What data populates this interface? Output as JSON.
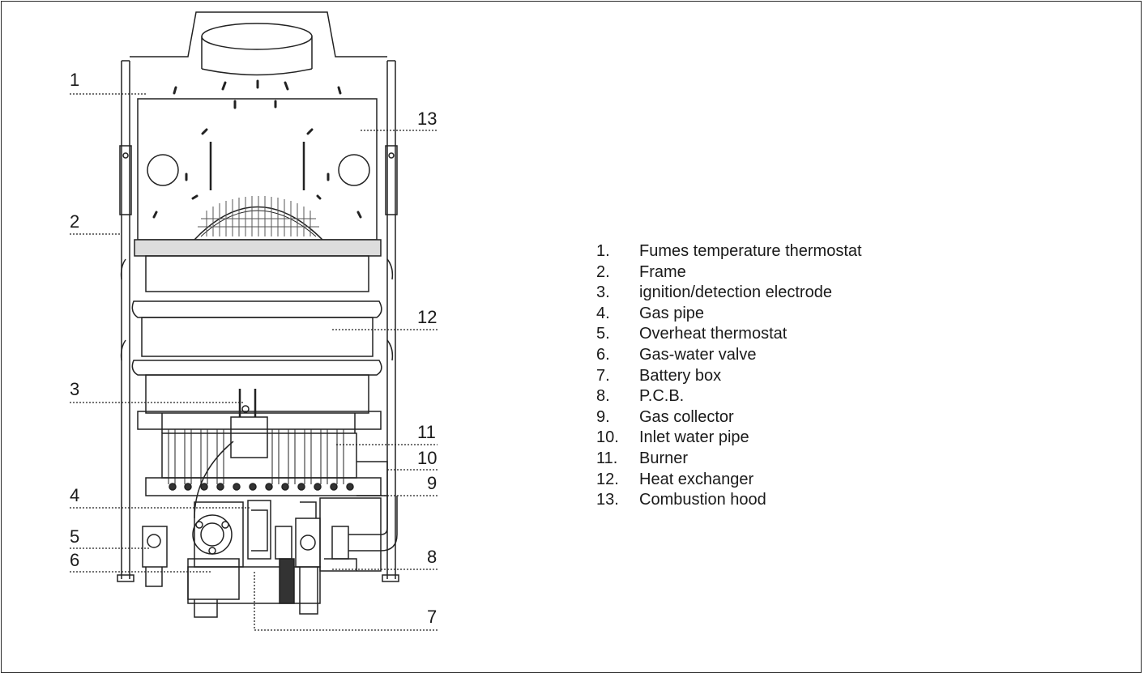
{
  "callouts": {
    "c1": "1",
    "c2": "2",
    "c3": "3",
    "c4": "4",
    "c5": "5",
    "c6": "6",
    "c7": "7",
    "c8": "8",
    "c9": "9",
    "c10": "10",
    "c11": "11",
    "c12": "12",
    "c13": "13"
  },
  "legend": [
    {
      "num": "1.",
      "label": "Fumes temperature thermostat"
    },
    {
      "num": "2.",
      "label": "Frame"
    },
    {
      "num": "3.",
      "label": "ignition/detection electrode"
    },
    {
      "num": "4.",
      "label": "Gas pipe"
    },
    {
      "num": "5.",
      "label": "Overheat thermostat"
    },
    {
      "num": "6.",
      "label": "Gas-water valve"
    },
    {
      "num": "7.",
      "label": "Battery box"
    },
    {
      "num": "8.",
      "label": "P.C.B."
    },
    {
      "num": "9.",
      "label": "Gas collector"
    },
    {
      "num": "10.",
      "label": "Inlet water pipe"
    },
    {
      "num": "11.",
      "label": "Burner"
    },
    {
      "num": "12.",
      "label": "Heat exchanger"
    },
    {
      "num": "13.",
      "label": "Combustion hood"
    }
  ]
}
